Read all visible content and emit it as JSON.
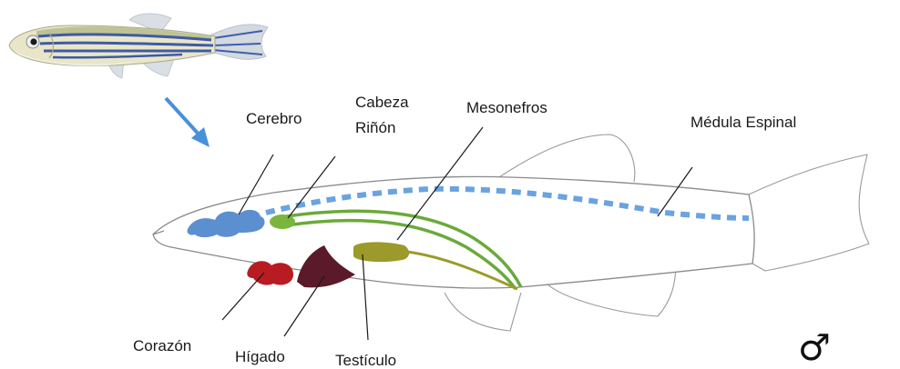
{
  "labels": {
    "cerebro": "Cerebro",
    "cabeza_rinon_line1": "Cabeza",
    "cabeza_rinon_line2": "Riñón",
    "mesonefros": "Mesonefros",
    "medula_espinal": "Médula Espinal",
    "corazon": "Corazón",
    "higado": "Hígado",
    "testiculo": "Testículo"
  },
  "sex_symbol": "♂",
  "colors": {
    "brain": "#5b8fd0",
    "spinal_cord": "#6aa3e0",
    "head_kidney": "#7ab63c",
    "mesonephros": "#6aaa3a",
    "heart": "#b81c22",
    "liver": "#5a1a2a",
    "testis": "#9b9a2a",
    "arrow": "#4a90d9",
    "outline": "#8a8a8a"
  }
}
